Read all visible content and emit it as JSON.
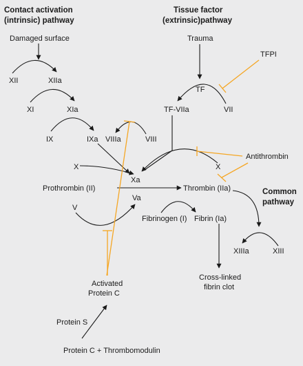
{
  "colors": {
    "background": "#ebebec",
    "text": "#1a1a1a",
    "activation": "#1a1a1a",
    "inhibition": "#f5a623"
  },
  "intrinsic": {
    "title_line1": "Contact activation",
    "title_line2": "(intrinsic) pathway",
    "damaged_surface": "Damaged surface",
    "xii": "XII",
    "xiia": "XIIa",
    "xi": "XI",
    "xia": "XIa",
    "ix": "IX",
    "ixa": "IXa",
    "viiia": "VIIIa",
    "viii": "VIII"
  },
  "extrinsic": {
    "title_line1": "Tissue factor",
    "title_line2": "(extrinsic)pathway",
    "trauma": "Trauma",
    "tfpi": "TFPI",
    "tf": "TF",
    "tf_viia": "TF-VIIa",
    "vii": "VII"
  },
  "common": {
    "title_line1": "Common",
    "title_line2": "pathway",
    "x_left": "X",
    "x_right": "X",
    "xa": "Xa",
    "antithrombin": "Antithrombin",
    "prothrombin": "Prothrombin (II)",
    "thrombin": "Thrombin (IIa)",
    "v": "V",
    "va": "Va",
    "fibrinogen": "Fibrinogen (I)",
    "fibrin": "Fibrin (Ia)",
    "xiiia": "XIIIa",
    "xiii": "XIII",
    "clot_line1": "Cross-linked",
    "clot_line2": "fibrin clot"
  },
  "regulation": {
    "apc_line1": "Activated",
    "apc_line2": "Protein C",
    "protein_s": "Protein S",
    "protein_c": "Protein C + Thrombomodulin"
  }
}
